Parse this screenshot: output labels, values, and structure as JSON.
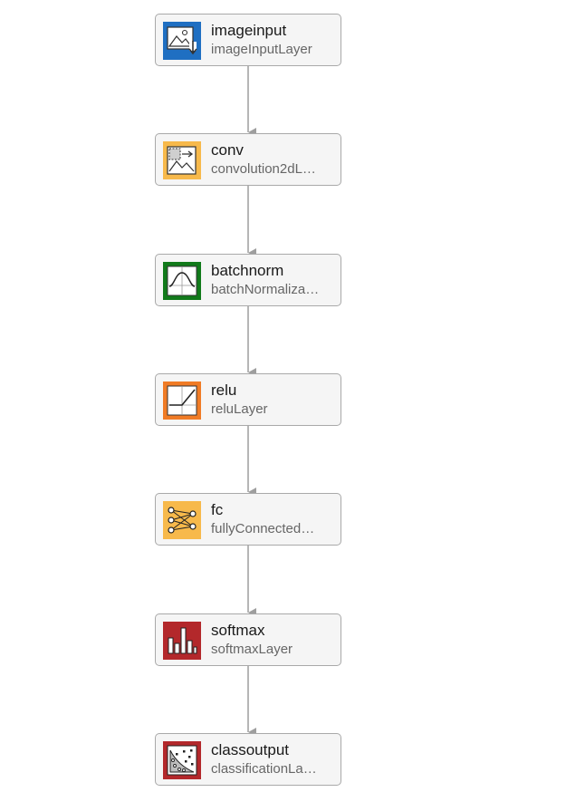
{
  "colors": {
    "edge": "#9e9e9e",
    "node_bg": "#f5f5f5",
    "node_border": "#a9a9a9"
  },
  "layers": [
    {
      "name": "imageinput",
      "type": "imageInputLayer",
      "icon": "image-input-icon",
      "color": "#1f6fc2"
    },
    {
      "name": "conv",
      "type": "convolution2dL…",
      "icon": "convolution-icon",
      "color": "#f7b94b"
    },
    {
      "name": "batchnorm",
      "type": "batchNormaliza…",
      "icon": "bell-curve-icon",
      "color": "#117a1a"
    },
    {
      "name": "relu",
      "type": "reluLayer",
      "icon": "relu-icon",
      "color": "#f07b25"
    },
    {
      "name": "fc",
      "type": "fullyConnected…",
      "icon": "fully-connected-icon",
      "color": "#f7b94b"
    },
    {
      "name": "softmax",
      "type": "softmaxLayer",
      "icon": "bar-chart-icon",
      "color": "#b3282b"
    },
    {
      "name": "classoutput",
      "type": "classificationLa…",
      "icon": "classification-icon",
      "color": "#b3282b"
    }
  ]
}
